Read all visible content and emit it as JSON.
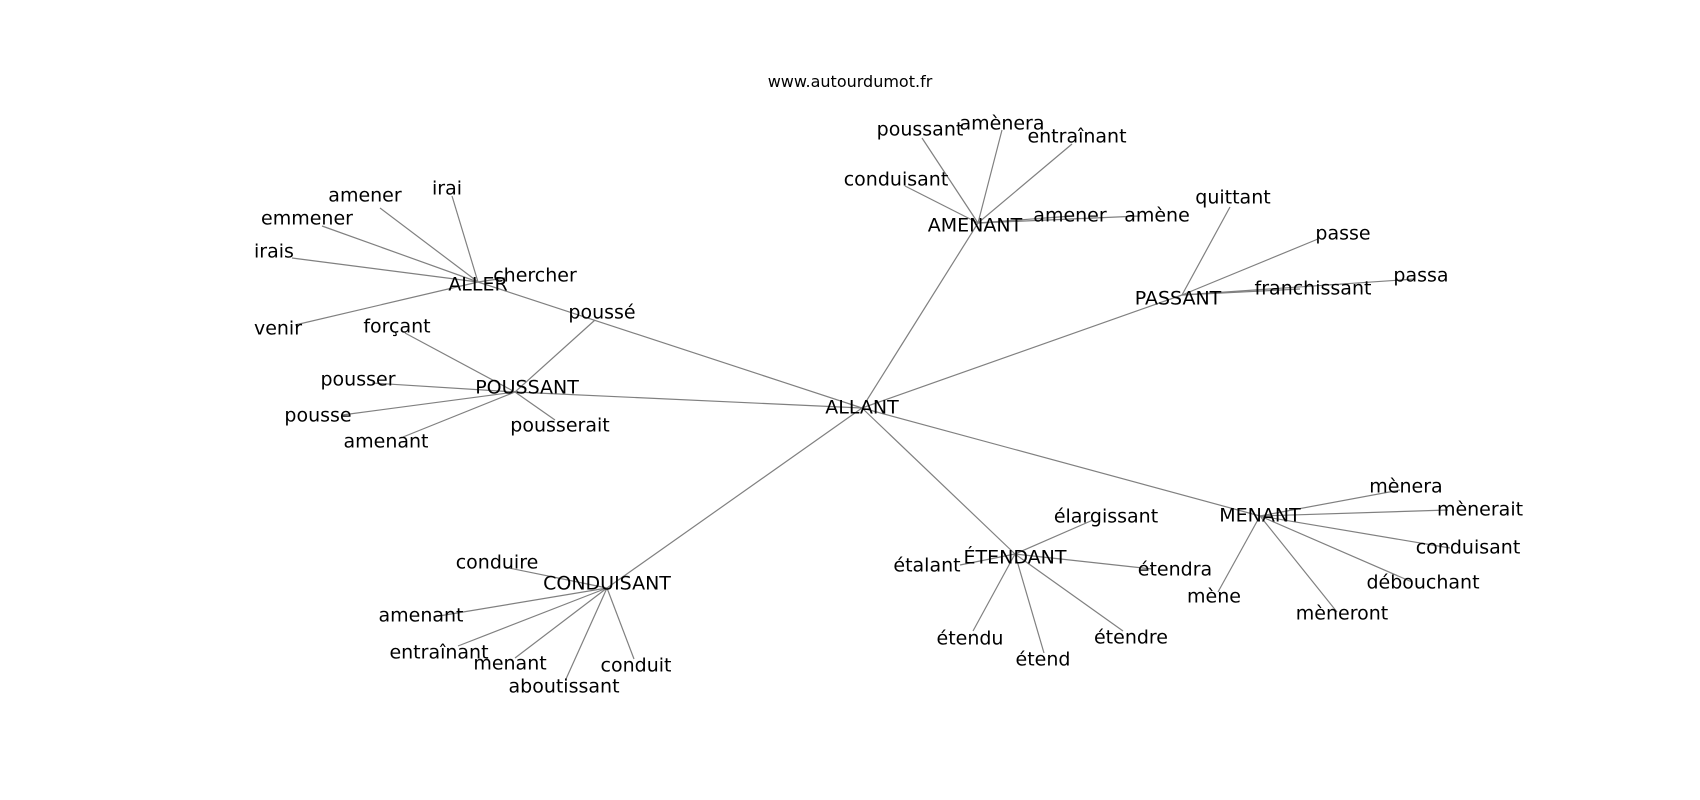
{
  "site": {
    "url": "www.autourdumot.fr"
  },
  "graph": {
    "center": "ALLANT",
    "hubs": [
      {
        "id": "ALLER",
        "label": "ALLER",
        "words": [
          "amener",
          "irai",
          "emmener",
          "irais",
          "chercher",
          "venir"
        ]
      },
      {
        "id": "POUSSANT",
        "label": "POUSSANT",
        "words": [
          "poussé",
          "forçant",
          "pousser",
          "pousse",
          "amenant",
          "pousserait"
        ]
      },
      {
        "id": "AMENANT",
        "label": "AMENANT",
        "words": [
          "poussant",
          "amènera",
          "entraînant",
          "conduisant",
          "amener",
          "amène"
        ]
      },
      {
        "id": "PASSANT",
        "label": "PASSANT",
        "words": [
          "quittant",
          "passe",
          "passa",
          "franchissant"
        ]
      },
      {
        "id": "CONDUISANT",
        "label": "CONDUISANT",
        "words": [
          "conduire",
          "amenant",
          "entraînant",
          "menant",
          "aboutissant",
          "conduit"
        ]
      },
      {
        "id": "ETENDANT",
        "label": "ÉTENDANT",
        "words": [
          "élargissant",
          "étalant",
          "étendra",
          "étendu",
          "étend",
          "étendre"
        ]
      },
      {
        "id": "MENANT",
        "label": "MENANT",
        "words": [
          "mènera",
          "mènerait",
          "conduisant",
          "débouchant",
          "mène",
          "mèneront"
        ]
      }
    ]
  }
}
